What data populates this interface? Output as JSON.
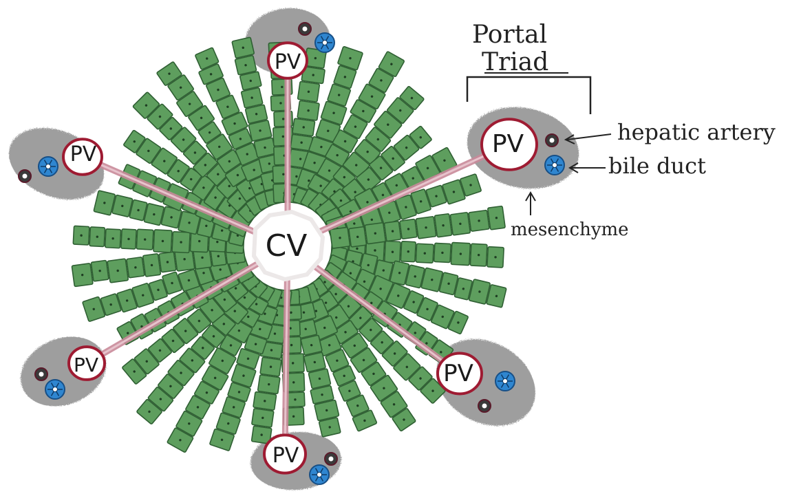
{
  "central_vein": {
    "label": "CV"
  },
  "portal_vein": {
    "label": "PV"
  },
  "labels": {
    "portal_triad_line1": "Portal",
    "portal_triad_line2": "Triad",
    "hepatic_artery": "hepatic artery",
    "bile_duct": "bile duct",
    "mesenchyme": "mesenchyme"
  },
  "colors": {
    "hepatocyte_fill": "#5e9e5e",
    "hepatocyte_border": "#2f5f33",
    "sinusoid_pink": "#c98a9a",
    "vessel_rim": "#9e1b32",
    "mesenchyme_gray": "#8e8e8e",
    "bile_duct_blue": "#2f86d0",
    "artery_dark": "#3a3a3a"
  }
}
